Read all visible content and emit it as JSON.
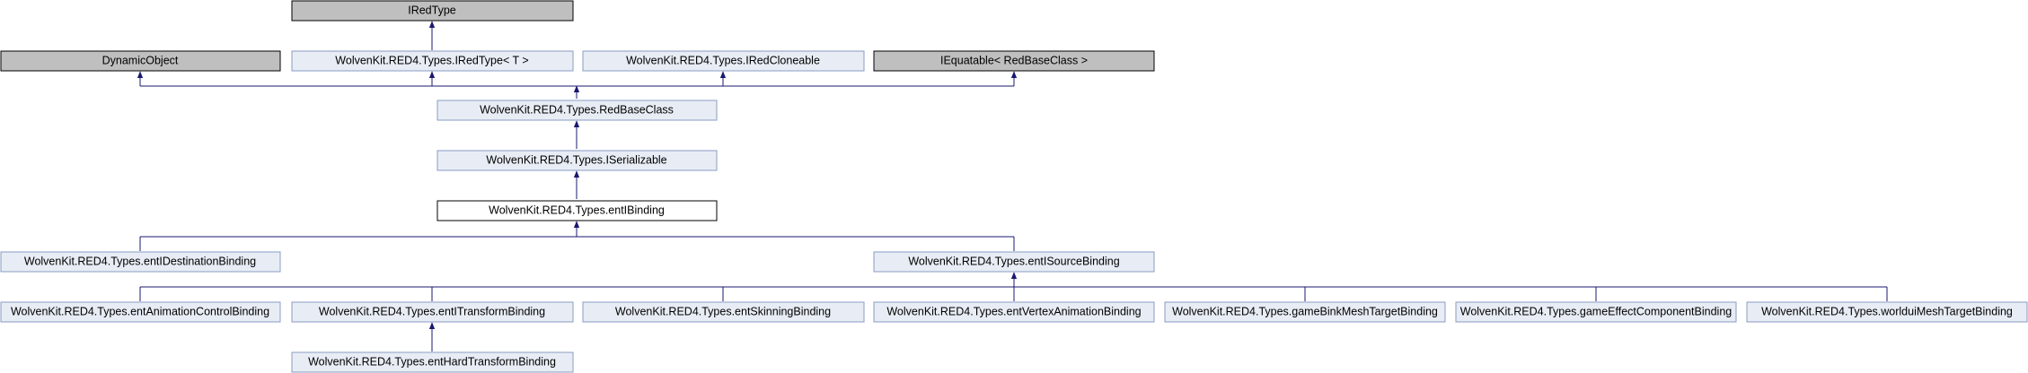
{
  "colors": {
    "edge": "#191970",
    "node_fill": "#e8edf5",
    "node_border": "#8a9cc4",
    "external_fill": "#bfbfbf",
    "external_border": "#000000",
    "focus_fill": "#ffffff",
    "focus_border": "#000000"
  },
  "nodes": {
    "iredtype": {
      "label": "IRedType",
      "kind": "external"
    },
    "dynamicobject": {
      "label": "DynamicObject",
      "kind": "external"
    },
    "iredtype_t": {
      "label": "WolvenKit.RED4.Types.IRedType< T >",
      "kind": "class"
    },
    "iredcloneable": {
      "label": "WolvenKit.RED4.Types.IRedCloneable",
      "kind": "class"
    },
    "iequatable": {
      "label": "IEquatable< RedBaseClass >",
      "kind": "external"
    },
    "redbaseclass": {
      "label": "WolvenKit.RED4.Types.RedBaseClass",
      "kind": "class"
    },
    "iserializable": {
      "label": "WolvenKit.RED4.Types.ISerializable",
      "kind": "class"
    },
    "entibinding": {
      "label": "WolvenKit.RED4.Types.entIBinding",
      "kind": "focus"
    },
    "entidestinationbinding": {
      "label": "WolvenKit.RED4.Types.entIDestinationBinding",
      "kind": "class"
    },
    "entisourcebinding": {
      "label": "WolvenKit.RED4.Types.entISourceBinding",
      "kind": "class"
    },
    "entanimationcontrolbinding": {
      "label": "WolvenKit.RED4.Types.entAnimationControlBinding",
      "kind": "class"
    },
    "entitransformbinding": {
      "label": "WolvenKit.RED4.Types.entITransformBinding",
      "kind": "class"
    },
    "entskinningbinding": {
      "label": "WolvenKit.RED4.Types.entSkinningBinding",
      "kind": "class"
    },
    "entvertexanimationbinding": {
      "label": "WolvenKit.RED4.Types.entVertexAnimationBinding",
      "kind": "class"
    },
    "gamebinkmeshtargetbinding": {
      "label": "WolvenKit.RED4.Types.gameBinkMeshTargetBinding",
      "kind": "class"
    },
    "gameeffectcomponentbinding": {
      "label": "WolvenKit.RED4.Types.gameEffectComponentBinding",
      "kind": "class"
    },
    "worlduimeshtargetbinding": {
      "label": "WolvenKit.RED4.Types.worlduiMeshTargetBinding",
      "kind": "class"
    },
    "enthardtransformbinding": {
      "label": "WolvenKit.RED4.Types.entHardTransformBinding",
      "kind": "class"
    }
  }
}
